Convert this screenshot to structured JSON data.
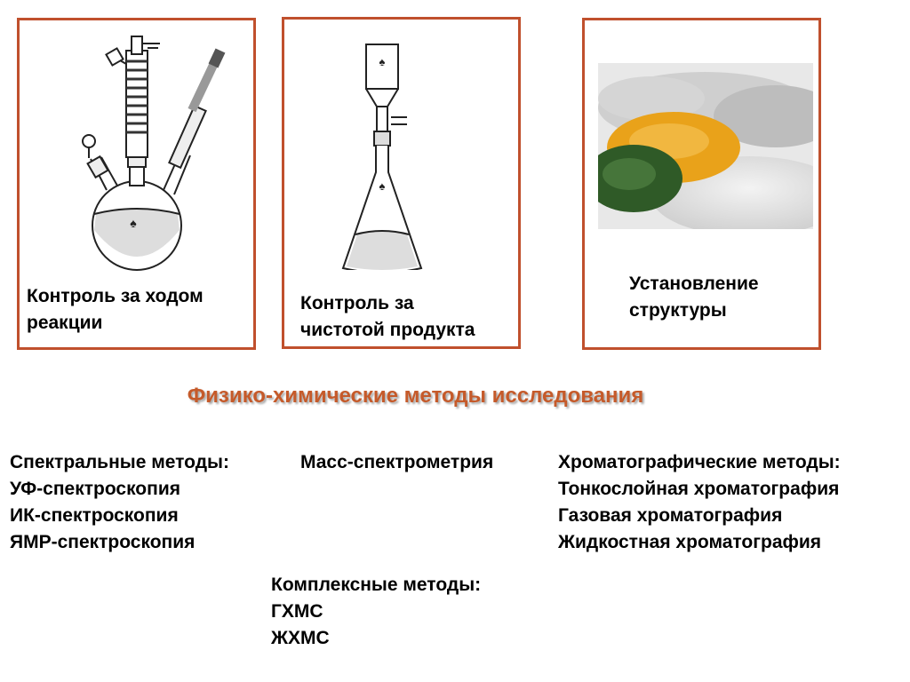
{
  "cards": {
    "reaction": {
      "caption": "Контроль за ходом\nреакции",
      "image": "reflux-flask-apparatus"
    },
    "purity": {
      "caption": "Контроль за\nчистотой продукта",
      "image": "filtration-flask-apparatus"
    },
    "structure": {
      "caption": "Установление\nструктуры",
      "image": "colored-granules-photo"
    }
  },
  "title": "Физико-химические методы исследования",
  "methods": {
    "spectral": {
      "heading": "Спектральные методы:",
      "items": [
        "УФ-спектроскопия",
        "ИК-спектроскопия",
        "ЯМР-спектроскопия"
      ]
    },
    "mass": {
      "heading": "Масс-спектрометрия"
    },
    "chromatographic": {
      "heading": "Хроматографические методы:",
      "items": [
        "Тонкослойная хроматография",
        "Газовая хроматография",
        "Жидкостная хроматография"
      ]
    },
    "complex": {
      "heading": "Комплексные методы:",
      "items": [
        "ГХМС",
        "ЖХМС"
      ]
    }
  },
  "colors": {
    "border": "#c0502d",
    "title": "#c55a2a"
  }
}
